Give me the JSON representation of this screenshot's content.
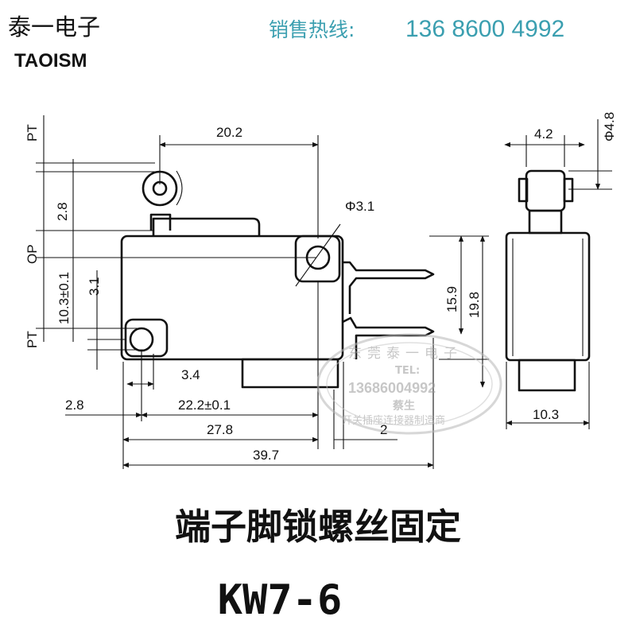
{
  "brand": {
    "name": "泰一电子",
    "latin": "TAOISM"
  },
  "hotline": {
    "label": "销售热线:",
    "number": "136 8600 4992"
  },
  "dimensions": {
    "top_width": "20.2",
    "pt": "PT",
    "op": "OP",
    "lever_offset": "2.8",
    "hole_upper": "Φ3.1",
    "height_mount": "10.3±0.1",
    "hole_gap": "3.1",
    "terminal_height": "15.9",
    "body_height": "19.8",
    "hole_lower": "3.4",
    "left_offset": "2.8",
    "hole_spacing": "22.2±0.1",
    "body_length": "27.8",
    "terminal_pitch": "2",
    "total_length": "39.7",
    "side_width": "4.2",
    "roller_dia": "Φ4.8",
    "side_thickness": "10.3"
  },
  "watermark": {
    "top": "东莞泰一电子",
    "tel": "TEL:",
    "phone": "13686004992",
    "contact": "蔡生",
    "bottom": "开关插座连接器制造商"
  },
  "captions": {
    "description": "端子脚锁螺丝固定",
    "model": "KW7-6"
  }
}
